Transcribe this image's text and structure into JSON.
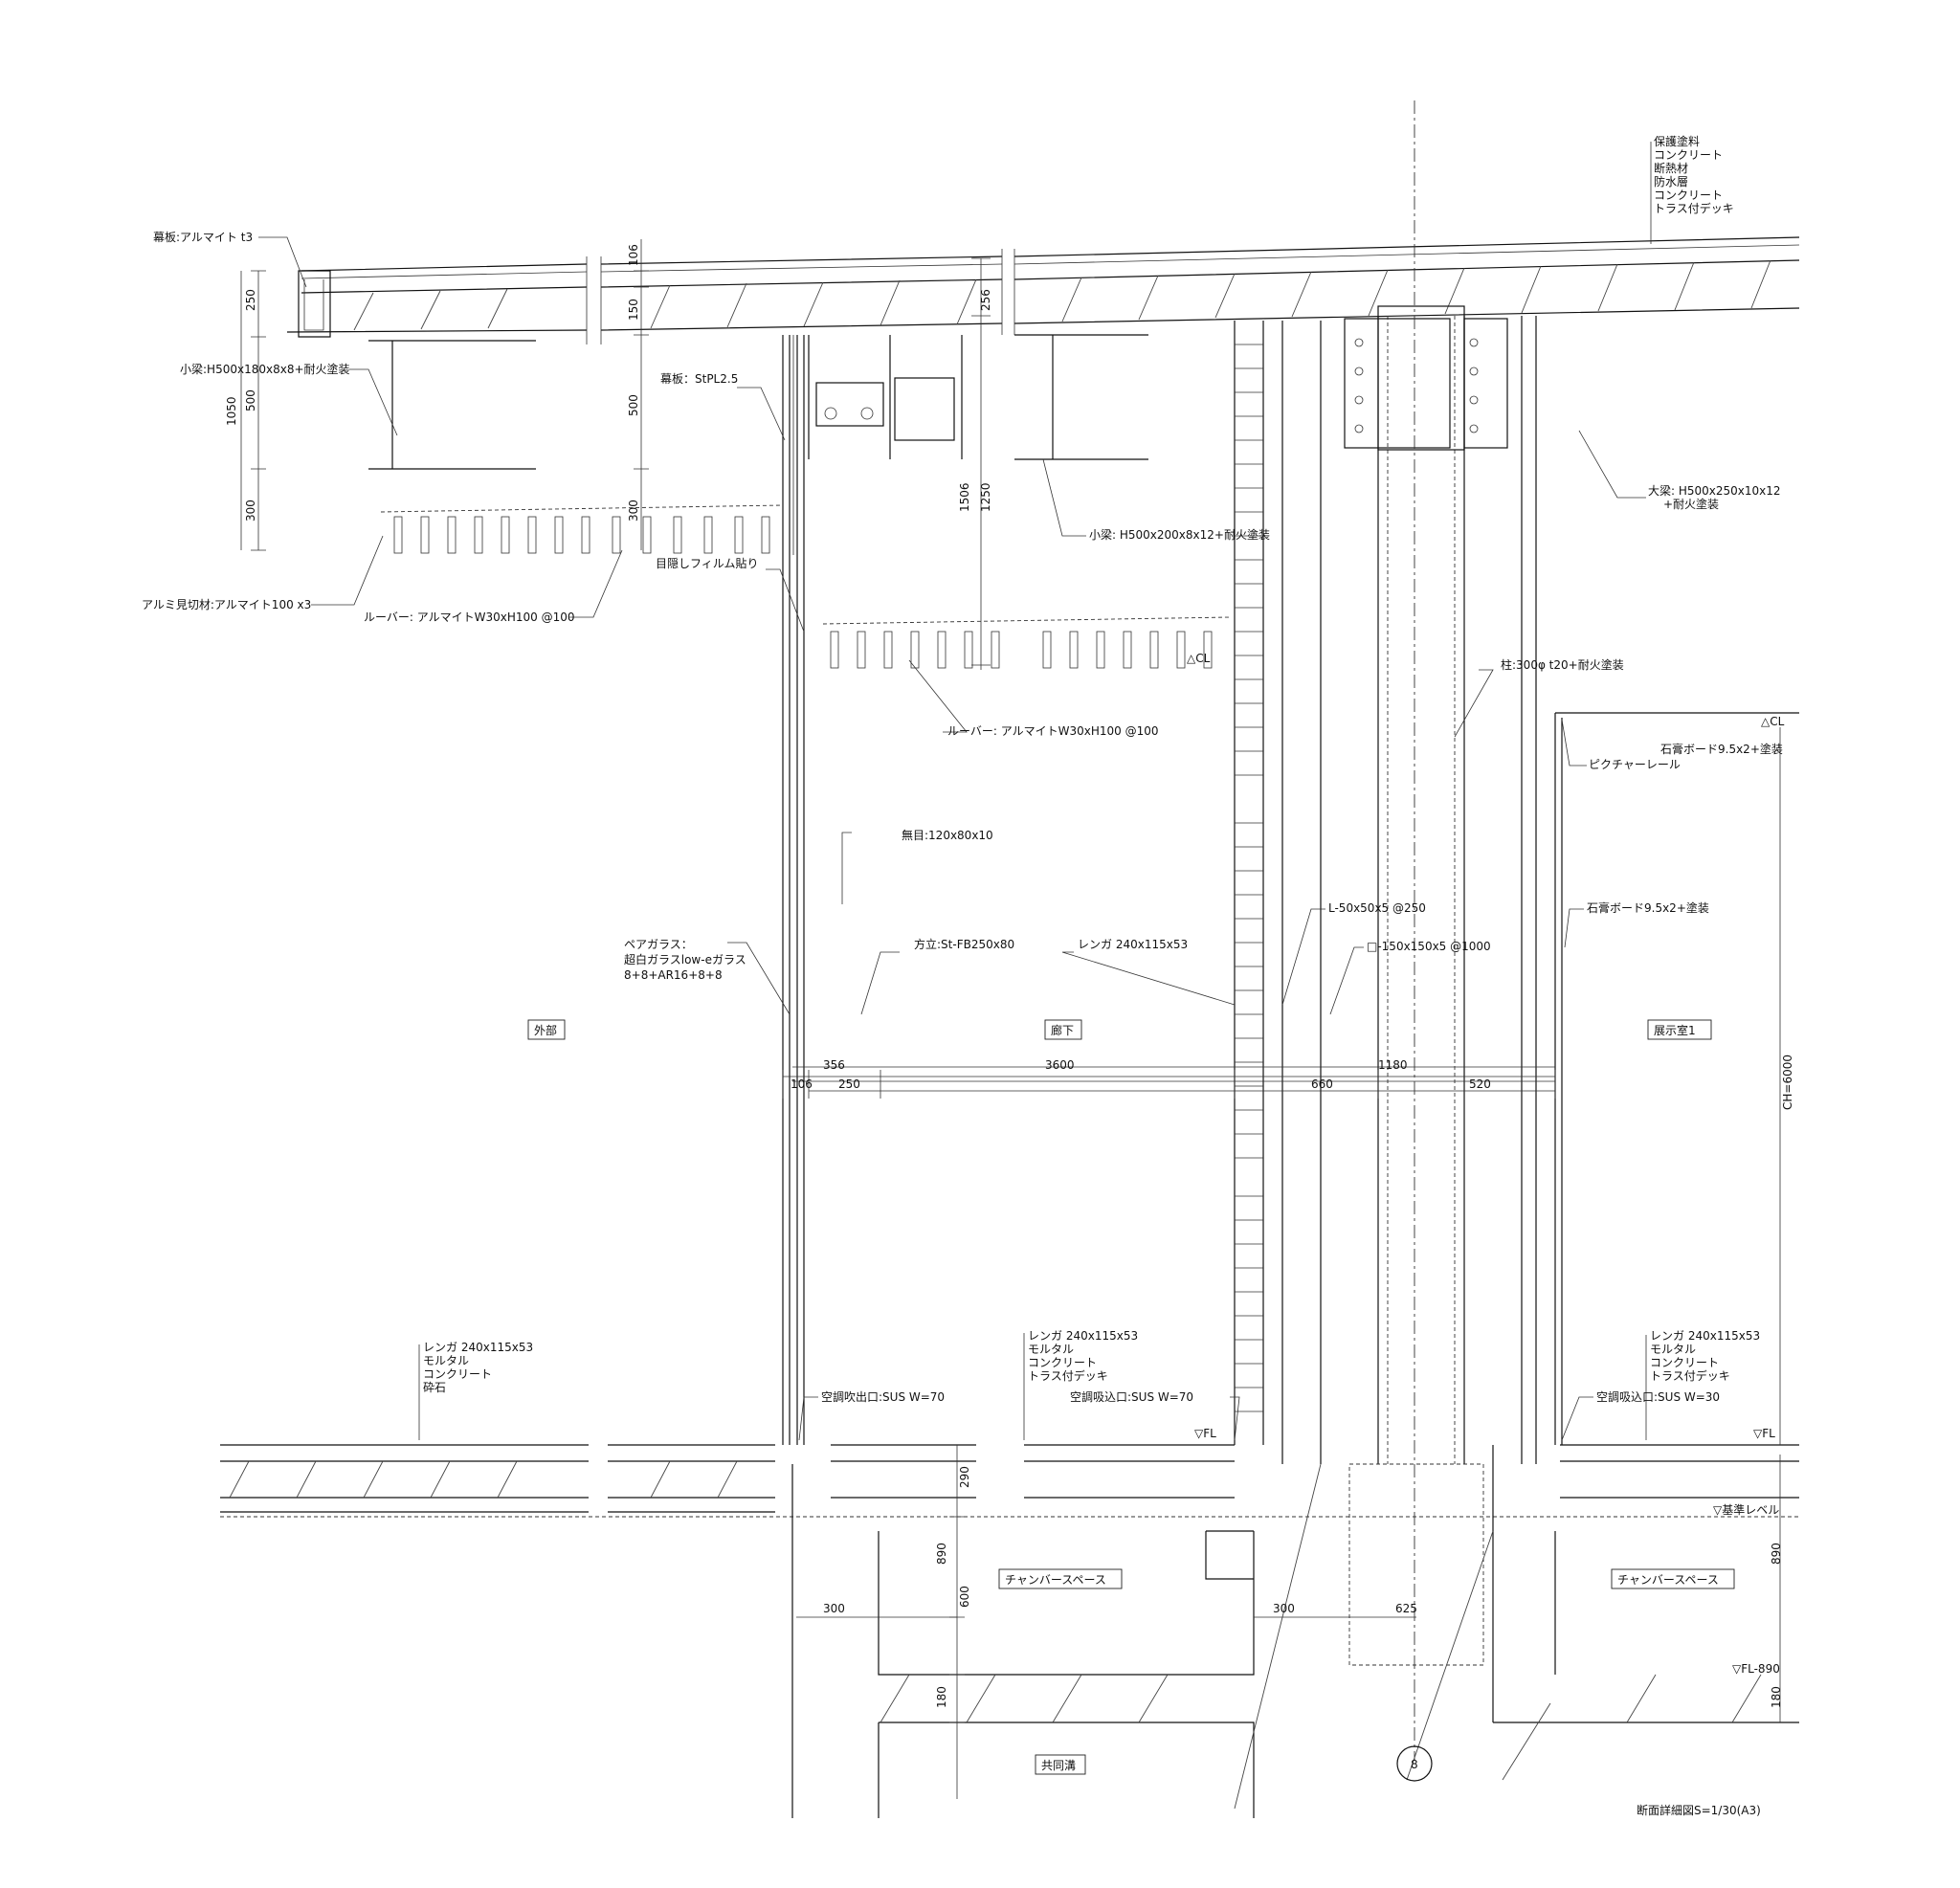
{
  "annotations": {
    "roof_layers": [
      "保護塗料",
      "コンクリート",
      "断熱材",
      "防水層",
      "コンクリート",
      "トラス付デッキ"
    ],
    "fascia_top": "幕板:アルマイト t3",
    "small_beam_left": "小梁:H500x180x8x8+耐火塗装",
    "fascia_steel": "幕板：StPL2.5",
    "small_beam_right": "小梁: H500x200x8x12+耐火塗装",
    "large_beam": [
      "大梁: H500x250x10x12",
      "+耐火塗装"
    ],
    "aluminum_trim": "アルミ見切材:アルマイト100 x3",
    "louver_left": "ルーバー: アルマイトW30xH100 @100",
    "film": "目隠しフィルム貼り",
    "louver_right": "ルーバー: アルマイトW30xH100 @100",
    "cl_mark_1": "△CL",
    "column": "柱:300φ t20+耐火塗装",
    "cl_mark_2": "△CL",
    "gypsum_upper": "石膏ボード9.5x2+塗装",
    "picture_rail": "ピクチャーレール",
    "mullion_joint": "無目:120x80x10",
    "pair_glass": [
      "ペアガラス：",
      "超白ガラスlow-eガラス",
      "8+8+AR16+8+8"
    ],
    "mullion": "方立:St-FB250x80",
    "brick_wall": "レンガ 240x115x53",
    "angle": "L-50x50x5 @250",
    "square_pipe": "□-150x150x5 @1000",
    "gypsum_lower": "石膏ボード9.5x2+塗装",
    "room_exterior": "外部",
    "room_corridor": "廊下",
    "room_exhibition": "展示室1",
    "ceiling_height": "CH=6000",
    "floor_left": [
      "レンガ 240x115x53",
      "モルタル",
      "コンクリート",
      "砕石"
    ],
    "floor_mid": [
      "レンガ 240x115x53",
      "モルタル",
      "コンクリート",
      "トラス付デッキ"
    ],
    "floor_right": [
      "レンガ 240x115x53",
      "モルタル",
      "コンクリート",
      "トラス付デッキ"
    ],
    "ac_outlet": "空調吹出口:SUS W=70",
    "ac_inlet_mid": "空調吸込口:SUS W=70",
    "ac_inlet_right": "空調吸込口:SUS W=30",
    "fl_mark_1": "▽FL",
    "fl_mark_2": "▽FL",
    "base_level": "▽基準レベル",
    "fl_890": "▽FL-890",
    "chamber_1": "チャンバースペース",
    "chamber_2": "チャンバースペース",
    "utility_trench": "共同溝",
    "grid_no": "8",
    "drawing_title": "断面詳細図S=1/30(A3)"
  },
  "dimensions": {
    "left": [
      "250",
      "500",
      "300",
      "1050"
    ],
    "mid_top": [
      "106",
      "150",
      "500",
      "300"
    ],
    "right_top": [
      "256",
      "1506",
      "1250"
    ],
    "horizontal": [
      "356",
      "3600",
      "1180",
      "106",
      "250",
      "660",
      "520"
    ],
    "lower": [
      "290",
      "890",
      "600",
      "180",
      "300",
      "300",
      "625",
      "890",
      "180"
    ]
  }
}
